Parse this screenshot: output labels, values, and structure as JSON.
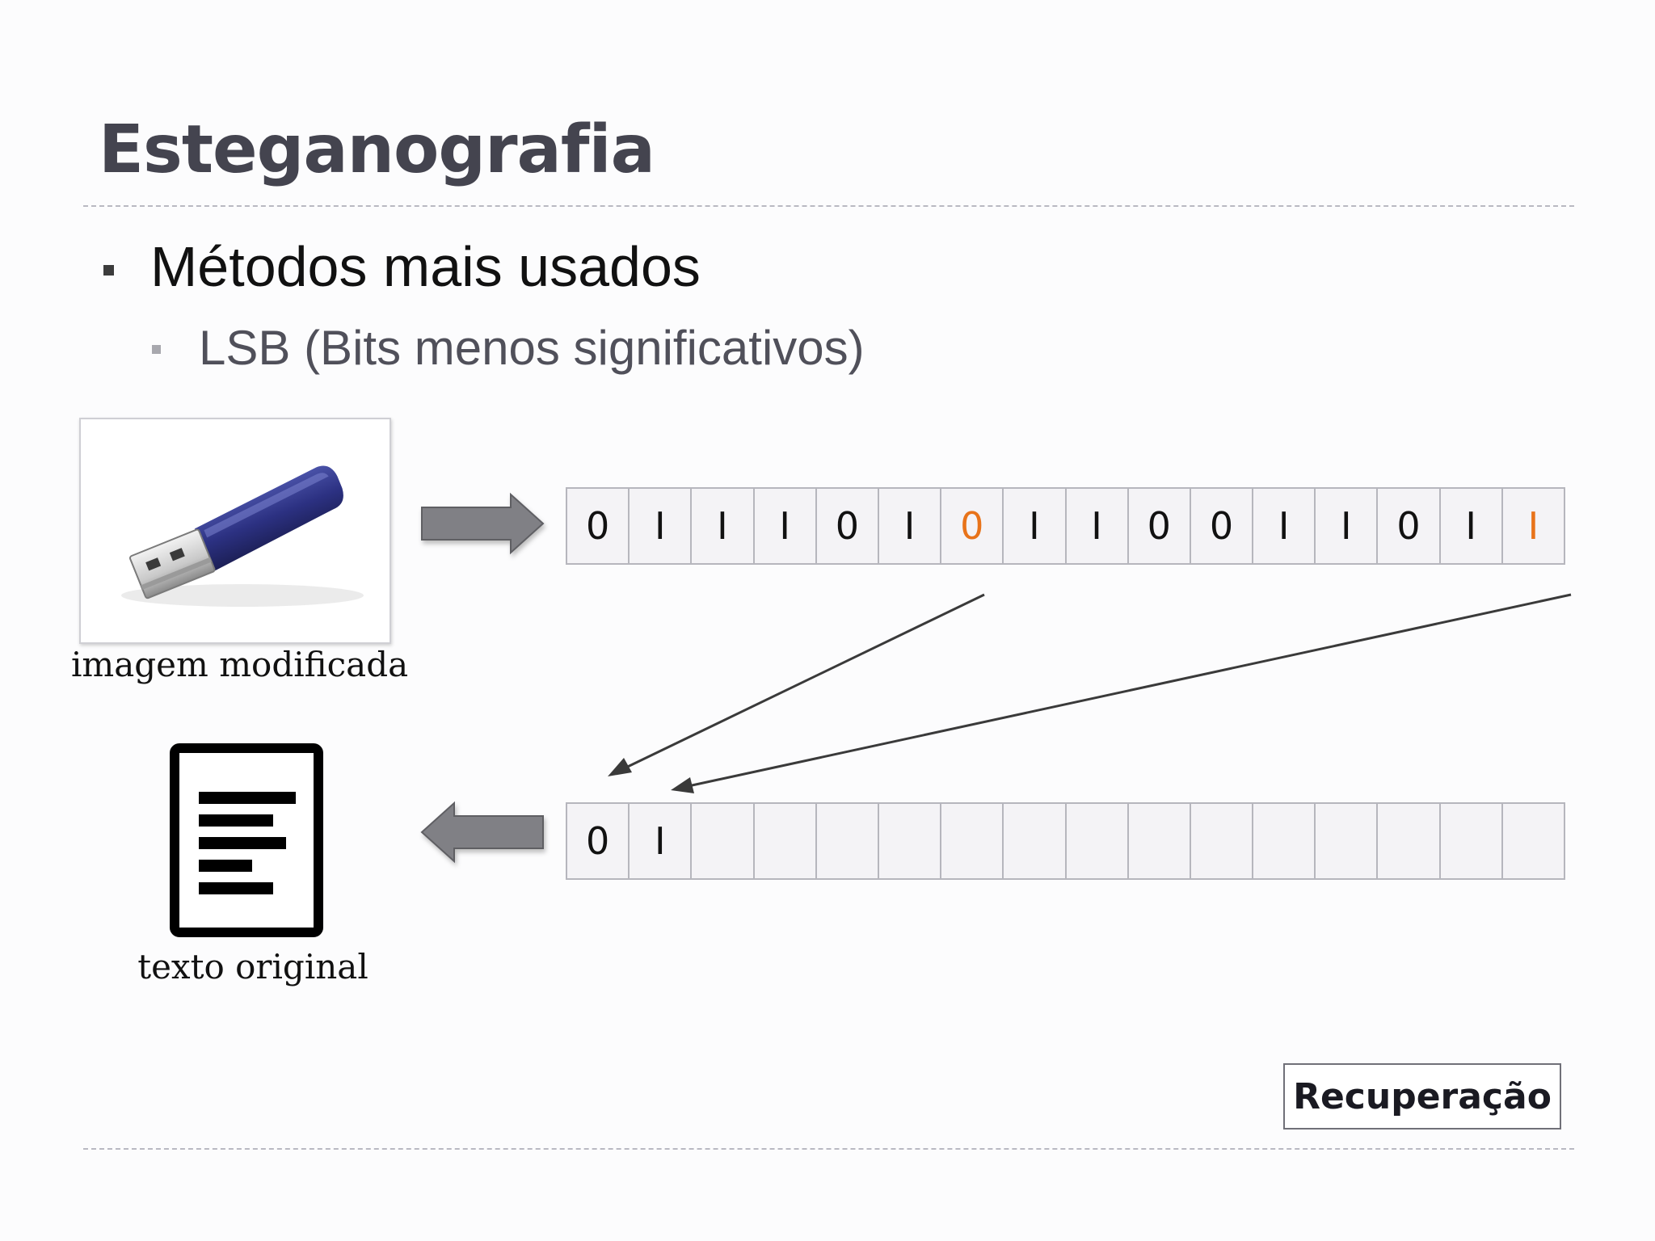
{
  "slide": {
    "title": "Esteganografia",
    "bullet_level1": "Métodos mais usados",
    "bullet_level2": "LSB (Bits menos significativos)"
  },
  "captions": {
    "image": "imagem modificada",
    "text": "texto original"
  },
  "top_bits": [
    "0",
    "I",
    "I",
    "I",
    "0",
    "I",
    "0",
    "I",
    "I",
    "0",
    "0",
    "I",
    "I",
    "0",
    "I",
    "I"
  ],
  "highlighted_bit_indices": [
    6,
    15
  ],
  "bottom_bits": [
    "0",
    "I",
    "",
    "",
    "",
    "",
    "",
    "",
    "",
    "",
    "",
    "",
    "",
    "",
    "",
    ""
  ],
  "recovery_label": "Recuperação",
  "colors": {
    "title": "#44444f",
    "highlight": "#e8731a",
    "arrow_fill": "#808085",
    "cell_border": "#b6b6bd"
  },
  "icons": {
    "usb": "usb-drive-icon",
    "document": "document-icon"
  }
}
